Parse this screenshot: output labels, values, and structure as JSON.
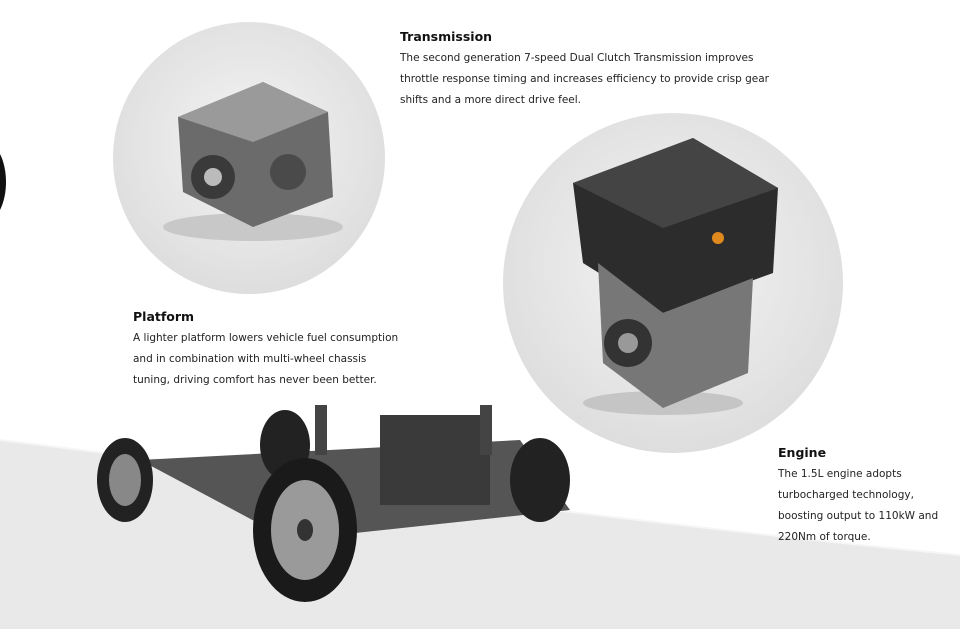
{
  "features": [
    {
      "id": "transmission",
      "title": "Transmission",
      "lines": [
        "The second generation 7-speed Dual Clutch Transmission improves",
        "throttle response timing and increases efficiency to provide crisp gear",
        "shifts and a more direct drive feel."
      ]
    },
    {
      "id": "platform",
      "title": "Platform",
      "lines": [
        "A lighter platform lowers vehicle fuel consumption",
        "and in combination with multi-wheel chassis",
        "tuning, driving comfort has never been better."
      ]
    },
    {
      "id": "engine",
      "title": "Engine",
      "lines": [
        "The 1.5L engine adopts",
        "turbocharged technology,",
        "boosting output to 110kW and",
        "220Nm of torque."
      ]
    }
  ]
}
